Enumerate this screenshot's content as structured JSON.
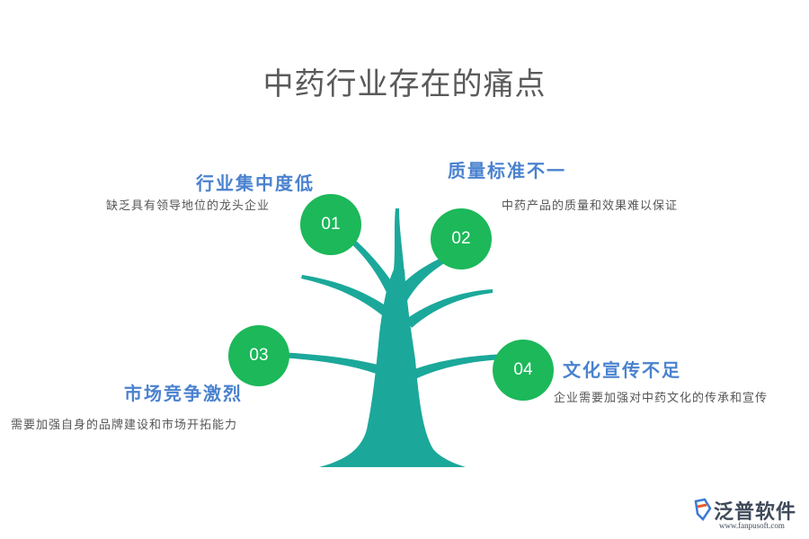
{
  "title": "中药行业存在的痛点",
  "points": [
    {
      "num": "01",
      "heading": "行业集中度低",
      "desc": "缺乏具有领导地位的龙头企业"
    },
    {
      "num": "02",
      "heading": "质量标准不一",
      "desc": "中药产品的质量和效果难以保证"
    },
    {
      "num": "03",
      "heading": "市场竞争激烈",
      "desc": "需要加强自身的品牌建设和市场开拓能力"
    },
    {
      "num": "04",
      "heading": "文化宣传不足",
      "desc": "企业需要加强对中药文化的传承和宣传"
    }
  ],
  "colors": {
    "node": "#1cb85a",
    "tree": "#1ba89a",
    "heading": "#4a82cf",
    "title": "#5a5a5a"
  },
  "logo": {
    "name": "泛普软件",
    "url": "www.fanpusoft.com",
    "icon": "fanpu-logo-icon"
  }
}
